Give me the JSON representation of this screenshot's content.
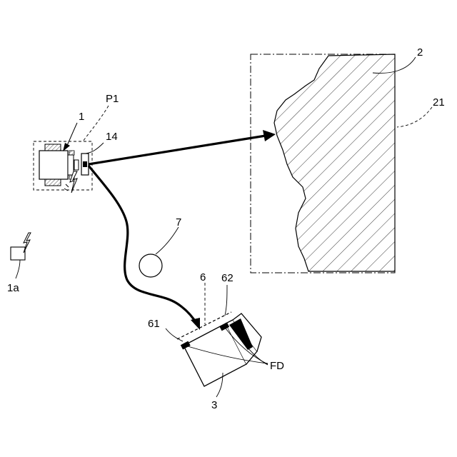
{
  "labels": {
    "p1": "P1",
    "l1": "1",
    "l14": "14",
    "l1a": "1a",
    "l2": "2",
    "l21": "21",
    "l7": "7",
    "l6": "6",
    "l62": "62",
    "l61": "61",
    "fd": "FD",
    "l3": "3"
  },
  "icons": {
    "device_1": "projector-unit",
    "signal": "lightning-bolt-icon",
    "device_3": "camera-unit"
  },
  "colors": {
    "line": "#000000",
    "background": "#ffffff"
  }
}
